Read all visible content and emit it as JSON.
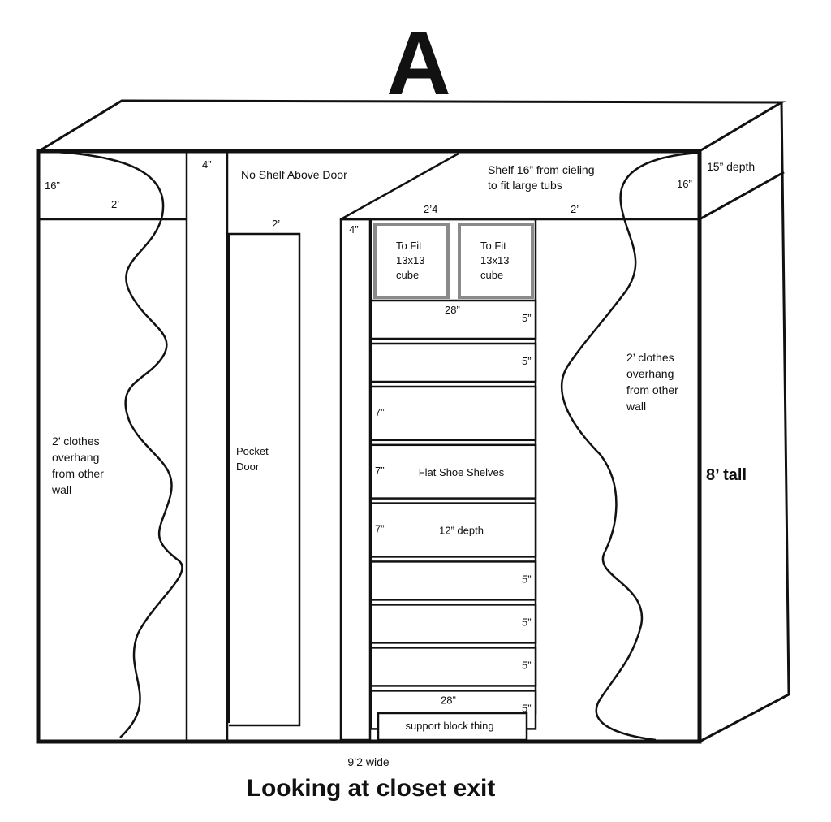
{
  "page_label": "A",
  "caption": "Looking at closet exit",
  "dimensions": {
    "width": "9’2 wide",
    "height": "8’ tall",
    "depth": "15” depth"
  },
  "left_section": {
    "shelf_height": "16”",
    "shelf_width": "2’",
    "note_lines": [
      "2’ clothes",
      "overhang",
      "from other",
      "wall"
    ]
  },
  "pillar": {
    "width": "4”"
  },
  "door_section": {
    "note": "No Shelf Above Door",
    "door_width": "2’",
    "door_label_lines": [
      "Pocket",
      "Door"
    ]
  },
  "top_shelf": {
    "note_lines": [
      "Shelf 16” from cieling",
      "to fit large tubs"
    ],
    "width_middle": "2’4",
    "width_right": "2’",
    "height": "16”"
  },
  "right_section": {
    "note_lines": [
      "2’ clothes",
      "overhang",
      "from other",
      "wall"
    ]
  },
  "shoe_tower": {
    "post_width": "4”",
    "cubes": [
      {
        "lines": [
          "To Fit",
          "13x13",
          "cube"
        ]
      },
      {
        "lines": [
          "To Fit",
          "13x13",
          "cube"
        ]
      }
    ],
    "top_width": "28”",
    "bottom_width": "28”",
    "shelves": [
      {
        "height": "5”",
        "label": ""
      },
      {
        "height": "5”",
        "label": ""
      },
      {
        "height": "7”",
        "label": ""
      },
      {
        "height": "7”",
        "label": "Flat Shoe Shelves"
      },
      {
        "height": "7”",
        "label": "12” depth"
      },
      {
        "height": "5”",
        "label": ""
      },
      {
        "height": "5”",
        "label": ""
      },
      {
        "height": "5”",
        "label": ""
      },
      {
        "height": "5”",
        "label": ""
      }
    ],
    "support_label": "support block thing"
  }
}
